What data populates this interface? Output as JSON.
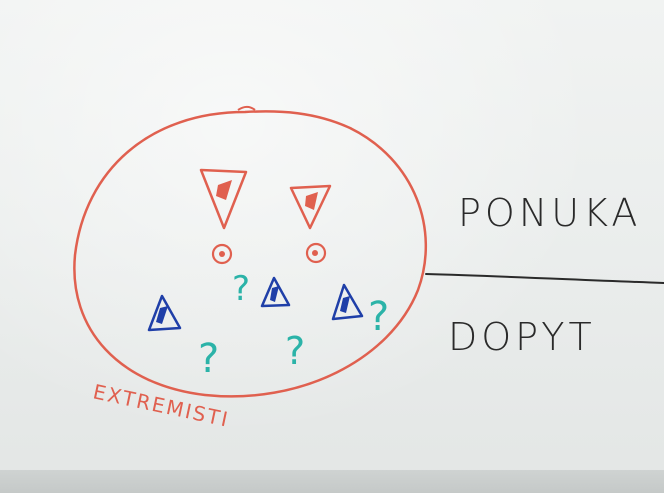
{
  "whiteboard": {
    "label_top": "PONUKA",
    "label_bottom": "DOPYT",
    "circle_label": "EXTREMISTI",
    "marks": {
      "question": "?"
    }
  },
  "colors": {
    "red_marker": "#e0604f",
    "blue_marker": "#1f3fa8",
    "teal_marker": "#2bb3a8",
    "black_marker": "#2a2a2a",
    "board": "#eef0ef"
  }
}
